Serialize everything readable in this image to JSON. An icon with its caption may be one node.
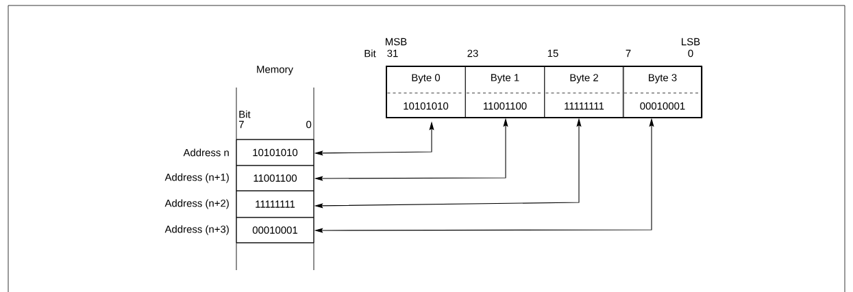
{
  "diagram": {
    "nodes": [
      {
        "text": [
          "Byte 0",
          "10101010"
        ]
      },
      {
        "text": [
          "Byte 1",
          "11001100"
        ]
      },
      {
        "text": [
          "Byte 2",
          "11111111"
        ]
      },
      {
        "text": [
          "Byte 3",
          "00010001"
        ]
      },
      {
        "text": [
          "10101010"
        ],
        "beside": [
          "Address n"
        ]
      },
      {
        "text": [
          "11001100"
        ],
        "beside": [
          "Address (n+1)"
        ]
      },
      {
        "text": [
          "11111111"
        ],
        "beside": [
          "Address (n+2)"
        ]
      },
      {
        "text": [
          "00010001"
        ],
        "beside": [
          "Address (n+3)"
        ]
      }
    ],
    "edges": [
      {
        "from": 4,
        "to": 0,
        "arrow": "both"
      },
      {
        "from": 5,
        "to": 1,
        "arrow": "both"
      },
      {
        "from": 6,
        "to": 2,
        "arrow": "both"
      },
      {
        "from": 7,
        "to": 3,
        "arrow": "both"
      }
    ],
    "labels": [
      "MSB",
      "LSB",
      "Bit",
      "31",
      "23",
      "15",
      "7",
      "0",
      "Memory",
      "Bit",
      "7",
      "0"
    ]
  }
}
